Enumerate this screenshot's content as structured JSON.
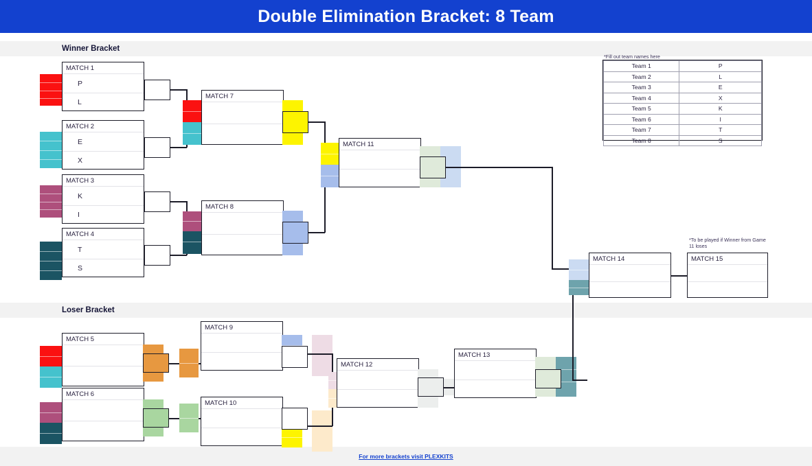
{
  "header": {
    "title": "Double Elimination Bracket: 8 Team",
    "bar_color": "#1341cf"
  },
  "sections": {
    "winner_label": "Winner Bracket",
    "loser_label": "Loser Bracket"
  },
  "team_table": {
    "note": "*Fill out team names here",
    "rows": [
      {
        "label": "Team 1",
        "value": "P"
      },
      {
        "label": "Team 2",
        "value": "L"
      },
      {
        "label": "Team 3",
        "value": "E"
      },
      {
        "label": "Team 4",
        "value": "X"
      },
      {
        "label": "Team 5",
        "value": "K"
      },
      {
        "label": "Team 6",
        "value": "I"
      },
      {
        "label": "Team 7",
        "value": "T"
      },
      {
        "label": "Team 8",
        "value": "S"
      }
    ]
  },
  "notes": {
    "match15": "*To be played if Winner from Game 11 loses"
  },
  "footer": {
    "link_text": "For more brackets visit PLEXKITS"
  },
  "matches": {
    "m1": {
      "title": "MATCH 1",
      "slot1": "P",
      "slot2": "L"
    },
    "m2": {
      "title": "MATCH 2",
      "slot1": "E",
      "slot2": "X"
    },
    "m3": {
      "title": "MATCH 3",
      "slot1": "K",
      "slot2": "I"
    },
    "m4": {
      "title": "MATCH 4",
      "slot1": "T",
      "slot2": "S"
    },
    "m5": {
      "title": "MATCH 5",
      "slot1": "",
      "slot2": ""
    },
    "m6": {
      "title": "MATCH 6",
      "slot1": "",
      "slot2": ""
    },
    "m7": {
      "title": "MATCH 7",
      "slot1": "",
      "slot2": ""
    },
    "m8": {
      "title": "MATCH 8",
      "slot1": "",
      "slot2": ""
    },
    "m9": {
      "title": "MATCH 9",
      "slot1": "",
      "slot2": ""
    },
    "m10": {
      "title": "MATCH 10",
      "slot1": "",
      "slot2": ""
    },
    "m11": {
      "title": "MATCH 11",
      "slot1": "",
      "slot2": ""
    },
    "m12": {
      "title": "MATCH 12",
      "slot1": "",
      "slot2": ""
    },
    "m13": {
      "title": "MATCH 13",
      "slot1": "",
      "slot2": ""
    },
    "m14": {
      "title": "MATCH 14",
      "slot1": "",
      "slot2": ""
    },
    "m15": {
      "title": "MATCH 15",
      "slot1": "",
      "slot2": ""
    }
  },
  "colors": {
    "seed_red": "#fb1111",
    "seed_cyan": "#45c2cd",
    "seed_mauve": "#ae4f7c",
    "seed_teal": "#1b5463",
    "flow_yellow": "#fdf400",
    "flow_blue": "#a6bdeb",
    "flow_orange": "#e79840",
    "flow_green": "#a9d6a0",
    "flow_lightgreen": "#dfeada",
    "flow_lightblue": "#cbdbf2",
    "flow_pink": "#eedce5",
    "flow_cream": "#fdeacb",
    "flow_gray": "#eceeed",
    "flow_tealgray": "#6ea3ac",
    "band": "#f2f2f2",
    "line": "#1c1c28"
  }
}
